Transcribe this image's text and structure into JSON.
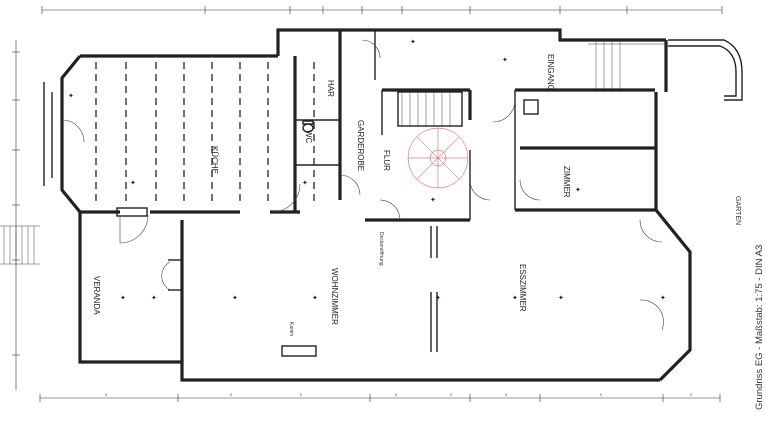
{
  "rooms": {
    "kueche": "KÜCHE",
    "har": "HAR",
    "wc": "WC",
    "garderobe": "GARDEROBE",
    "flur": "FLUR",
    "eingang": "EINGANG",
    "zimmer": "ZIMMER",
    "veranda": "VERANDA",
    "wohnzimmer": "WOHNZIMMER",
    "esszimmer": "ESSZIMMER"
  },
  "labels": {
    "kamin": "Kamin",
    "deckenoeffnung": "Deckenöffnung",
    "garten": "GARTEN"
  },
  "caption": "Grundriss EG - Maßstab: 1:75 - DIN A3",
  "bottom_dimensions": [
    "5",
    "5",
    "5",
    "5",
    "5",
    "5",
    "5",
    "5"
  ],
  "colors": {
    "line": "#222222",
    "accent_stair": "#dd4444",
    "background": "#ffffff"
  }
}
